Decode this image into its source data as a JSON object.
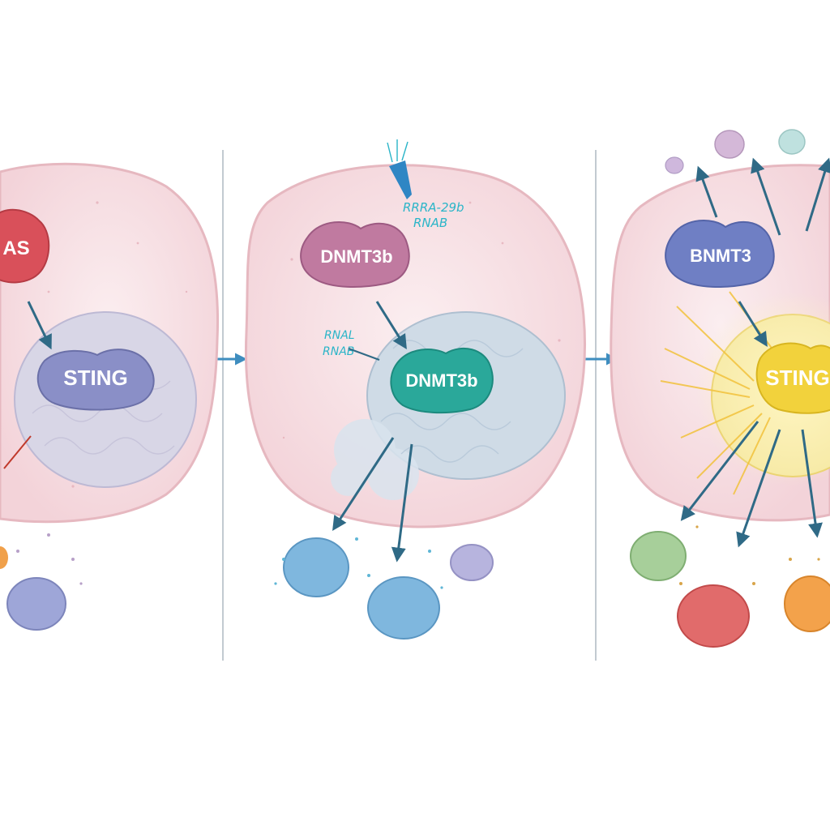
{
  "panels": [
    {
      "id": "panel-1",
      "labels": {
        "top_protein": "AS",
        "nucleus_protein": "STING"
      },
      "colors": {
        "top_protein": "#d9505a",
        "nucleus_protein": "#8a8fc7",
        "nucleus": "#d8d6e6"
      }
    },
    {
      "id": "panel-2",
      "labels": {
        "top_protein": "DNMT3b",
        "nucleus_protein": "DNMT3b",
        "rna_top_1": "RRRA-29b",
        "rna_top_2": "RNAB",
        "rna_side_1": "RNAL",
        "rna_side_2": "RNAB"
      },
      "colors": {
        "top_protein": "#c07aa0",
        "nucleus_protein": "#2aa89a",
        "nucleus": "#cfdbe6",
        "rna": "#2bb5c8"
      }
    },
    {
      "id": "panel-3",
      "labels": {
        "top_protein": "BNMT3",
        "nucleus_protein": "STING"
      },
      "colors": {
        "top_protein": "#6f7fc4",
        "nucleus_protein": "#f2d23c",
        "nucleus": "#f6e9a4"
      }
    }
  ],
  "colors": {
    "cell_fill": "#f7dfe3",
    "cell_stroke": "#e6b8c0",
    "arrow": "#2f6a86",
    "flow_arrow": "#3e8dbf",
    "divider": "#9aa6b2"
  }
}
